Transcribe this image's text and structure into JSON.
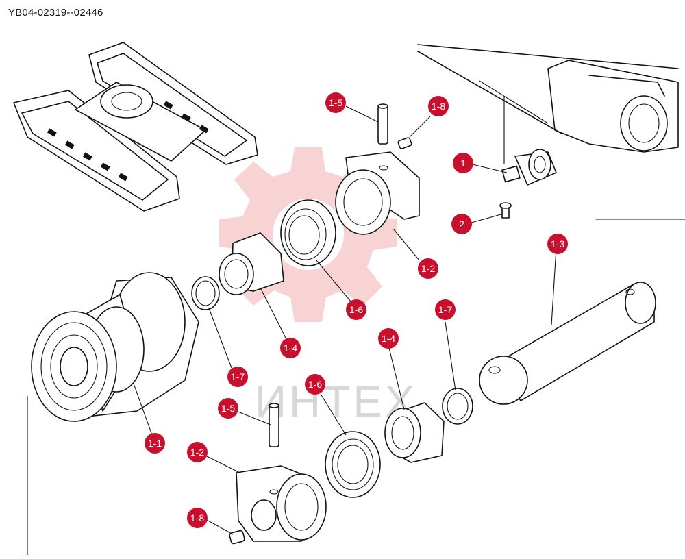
{
  "header": {
    "part_code": "YB04-02319--02446"
  },
  "watermark": {
    "text": "ИНТЕХ",
    "color": "#f6c4c4"
  },
  "callout_color": "#c8102e",
  "callouts": [
    {
      "id": "c-1-5-top",
      "label": "1-5"
    },
    {
      "id": "c-1-8-top",
      "label": "1-8"
    },
    {
      "id": "c-1",
      "label": "1"
    },
    {
      "id": "c-2",
      "label": "2"
    },
    {
      "id": "c-1-3",
      "label": "1-3"
    },
    {
      "id": "c-1-2-top",
      "label": "1-2"
    },
    {
      "id": "c-1-6-top",
      "label": "1-6"
    },
    {
      "id": "c-1-7-top",
      "label": "1-7"
    },
    {
      "id": "c-1-4-top",
      "label": "1-4"
    },
    {
      "id": "c-1-4-right",
      "label": "1-4"
    },
    {
      "id": "c-1-7-left",
      "label": "1-7"
    },
    {
      "id": "c-1-6-bottom",
      "label": "1-6"
    },
    {
      "id": "c-1-5-bottom",
      "label": "1-5"
    },
    {
      "id": "c-1-1",
      "label": "1-1"
    },
    {
      "id": "c-1-2-bottom",
      "label": "1-2"
    },
    {
      "id": "c-1-8-bottom",
      "label": "1-8"
    }
  ]
}
